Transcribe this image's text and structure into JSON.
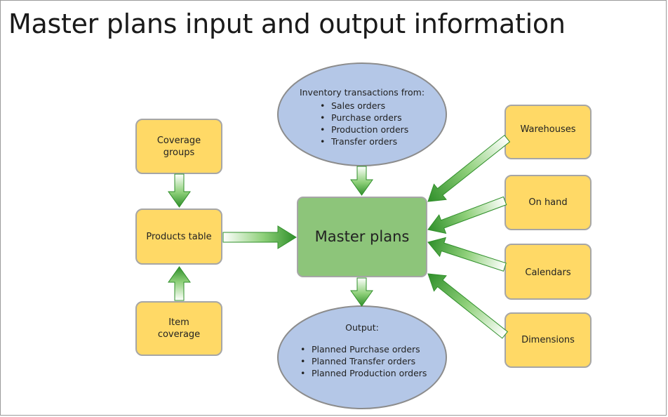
{
  "title": "Master plans input and output information",
  "colors": {
    "box_fill": "#ffd966",
    "box_border": "#a6a6a6",
    "master_fill": "#8dc57a",
    "ellipse_fill": "#b4c7e7",
    "arrow_green": "#3a9a35"
  },
  "nodes": {
    "coverage_groups": "Coverage\ngroups",
    "products_table": "Products table",
    "item_coverage": "Item\ncoverage",
    "master_plans": "Master plans",
    "warehouses": "Warehouses",
    "on_hand": "On hand",
    "calendars": "Calendars",
    "dimensions": "Dimensions"
  },
  "inventory": {
    "heading": "Inventory transactions from:",
    "items": [
      "Sales orders",
      "Purchase orders",
      "Production orders",
      "Transfer orders"
    ]
  },
  "output": {
    "heading": "Output:",
    "items": [
      "Planned Purchase orders",
      "Planned Transfer orders",
      "Planned Production orders"
    ]
  }
}
